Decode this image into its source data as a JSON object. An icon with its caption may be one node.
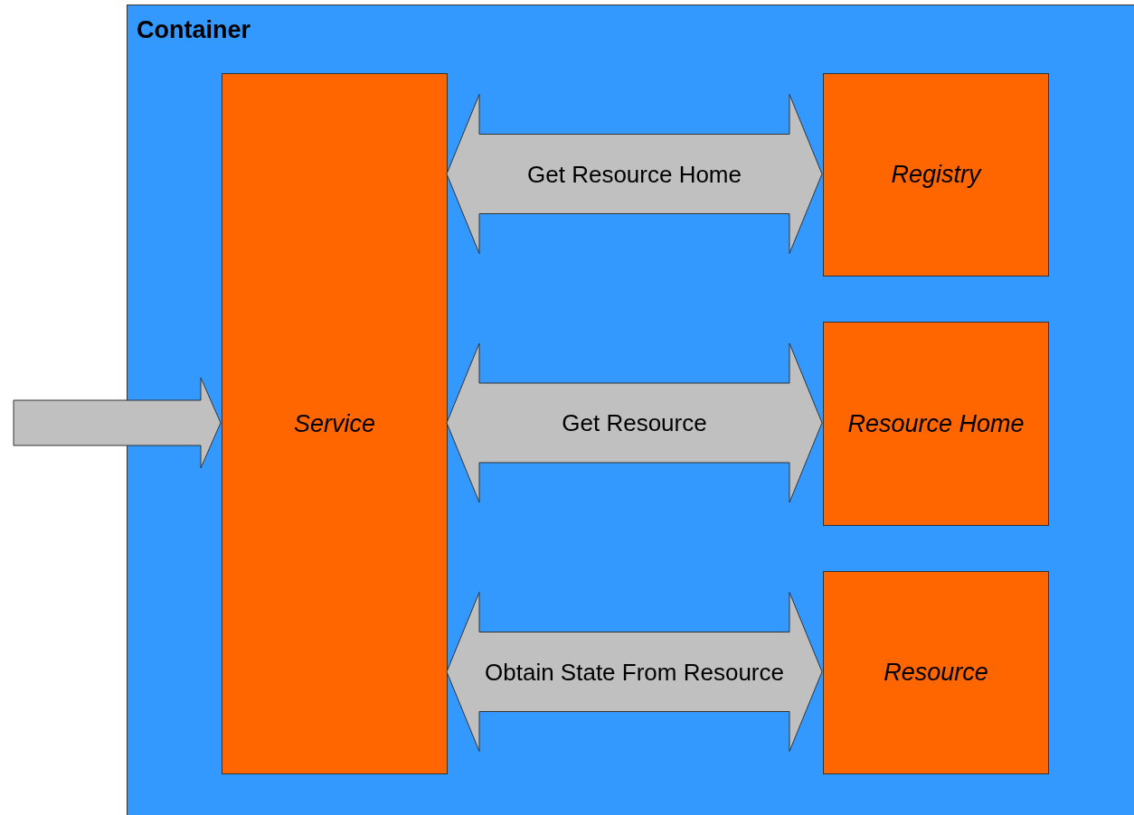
{
  "diagram": {
    "nodes": [
      {
        "text": [
          "Container"
        ]
      },
      {
        "text": [
          "Service"
        ],
        "in": 0
      },
      {
        "text": [
          "Registry"
        ],
        "in": 0
      },
      {
        "text": [
          "Resource Home"
        ],
        "in": 0
      },
      {
        "text": [
          "Resource"
        ],
        "in": 0
      }
    ],
    "edges": [
      {
        "from": null,
        "to": 1,
        "arrow": "to"
      },
      {
        "from": 1,
        "to": 2,
        "arrow": "both",
        "label": "Get Resource Home"
      },
      {
        "from": 1,
        "to": 3,
        "arrow": "both",
        "label": "Get Resource"
      },
      {
        "from": 1,
        "to": 4,
        "arrow": "both",
        "label": "Obtain State From Resource"
      }
    ]
  }
}
